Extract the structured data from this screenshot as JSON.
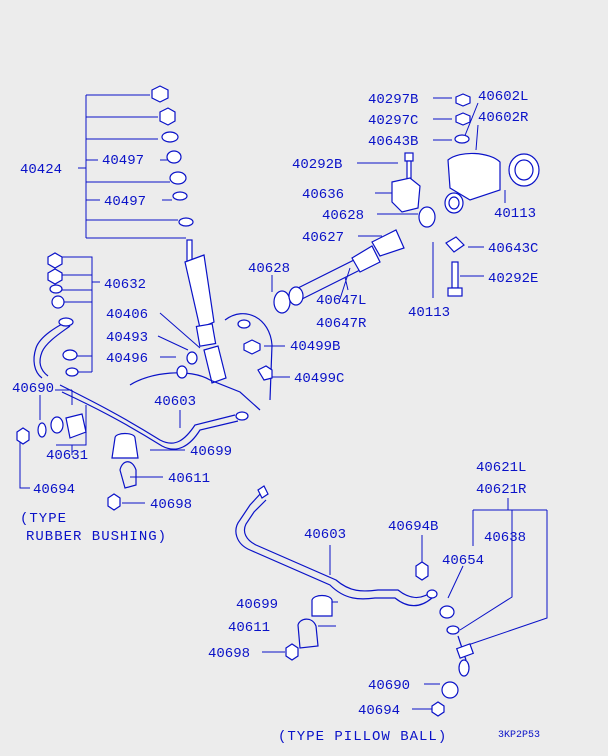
{
  "labels": {
    "p40424": "40424",
    "p40497a": "40497",
    "p40497b": "40497",
    "p40632": "40632",
    "p40406": "40406",
    "p40493": "40493",
    "p40496": "40496",
    "p40690a": "40690",
    "p40603a": "40603",
    "p40631": "40631",
    "p40699a": "40699",
    "p40611a": "40611",
    "p40694a": "40694",
    "p40698a": "40698",
    "p40628a": "40628",
    "p40499b": "40499B",
    "p40499c": "40499C",
    "p40297b": "40297B",
    "p40297c": "40297C",
    "p40643b": "40643B",
    "p40602l": "40602L",
    "p40602r": "40602R",
    "p40292b": "40292B",
    "p40636": "40636",
    "p40628b": "40628",
    "p40113a": "40113",
    "p40627": "40627",
    "p40643c": "40643C",
    "p40292e": "40292E",
    "p40647l": "40647L",
    "p40647r": "40647R",
    "p40113b": "40113",
    "p40603b": "40603",
    "p40694b": "40694B",
    "p40621l": "40621L",
    "p40621r": "40621R",
    "p40654": "40654",
    "p40638": "40638",
    "p40699b": "40699",
    "p40611b": "40611",
    "p40698b": "40698",
    "p40690b": "40690",
    "p40694c": "40694"
  },
  "captions": {
    "rubber_line1": "(TYPE",
    "rubber_line2": "RUBBER BUSHING)",
    "pillow": "(TYPE PILLOW BALL)"
  },
  "diagram_code": "3KP2P53",
  "colors": {
    "ink": "#0a12c8",
    "background": "#ececec"
  }
}
